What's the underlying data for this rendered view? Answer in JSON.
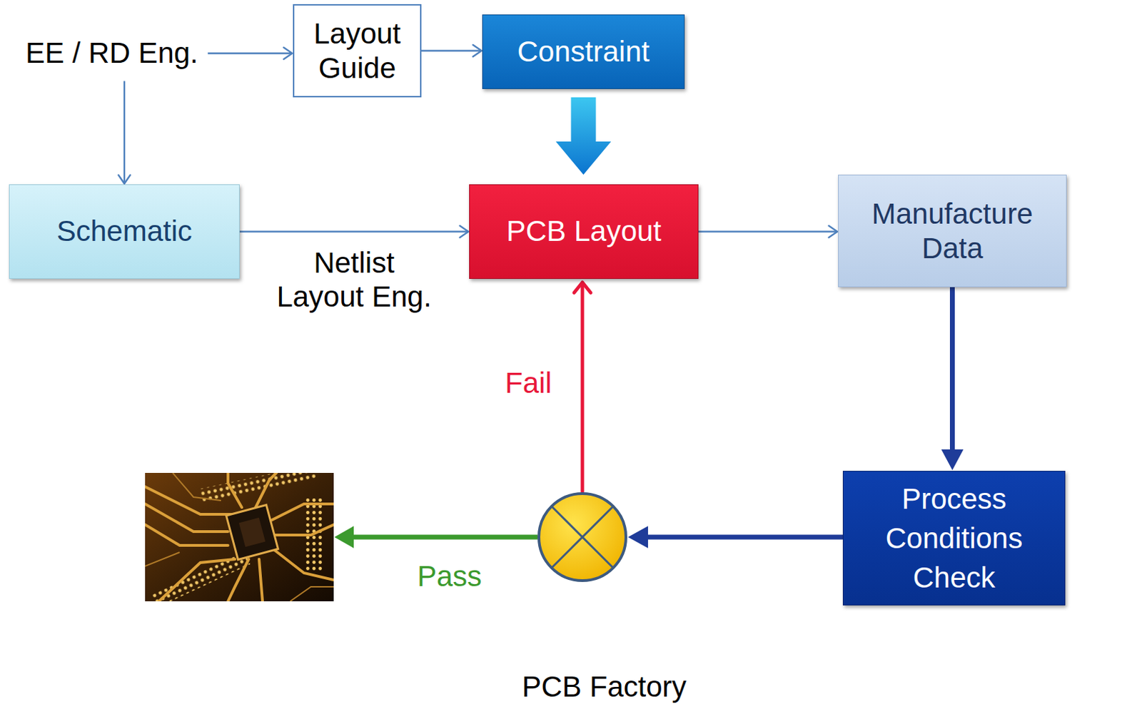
{
  "diagram": {
    "nodes": [
      {
        "text": [
          "EE / RD Eng."
        ]
      },
      {
        "text": [
          "Layout Guide"
        ]
      },
      {
        "text": [
          "Constraint"
        ]
      },
      {
        "text": [
          "Schematic"
        ]
      },
      {
        "text": [
          "PCB Layout"
        ]
      },
      {
        "text": [
          "Manufacture Data"
        ]
      },
      {
        "text": [
          "PCB Factory"
        ]
      },
      {
        "text": [
          "Process Conditions Check"
        ],
        "in": 6
      }
    ],
    "edges": [
      {
        "from": 0,
        "to": 1,
        "arrow": "to"
      },
      {
        "from": 1,
        "to": 2,
        "arrow": "to"
      },
      {
        "from": 0,
        "to": 3,
        "arrow": "to"
      },
      {
        "from": 2,
        "to": 4,
        "arrow": "to"
      },
      {
        "from": 3,
        "to": 4,
        "label": "Netlist Layout Eng.",
        "arrow": "to"
      },
      {
        "from": 4,
        "to": 5,
        "arrow": "to"
      },
      {
        "from": 5,
        "to": 7,
        "arrow": "to"
      }
    ],
    "labels": [
      "Fail",
      "Pass"
    ]
  }
}
